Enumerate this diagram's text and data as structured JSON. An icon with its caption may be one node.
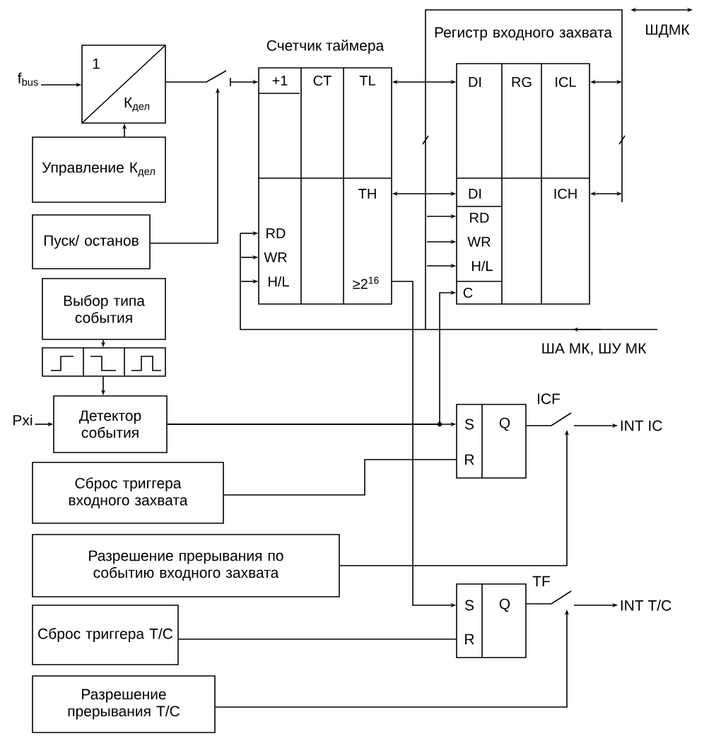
{
  "diagram": {
    "nodes": [
      {
        "text": [
          "1",
          "К$_{дел}$"
        ]
      },
      {
        "text": [
          "Управление К$_{дел}$"
        ]
      },
      {
        "text": [
          "Пуск/ останов"
        ]
      },
      {
        "text": [
          "Выбор типа события"
        ]
      },
      {
        "text": [],
        "shape": "box"
      },
      {
        "text": [
          "Детектор события"
        ]
      },
      {
        "text": [
          "Сброс триггера входного захвата"
        ]
      },
      {
        "text": [
          "Разрешение прерывания по событию входного захвата"
        ]
      },
      {
        "text": [
          "Сброс триггера T/C"
        ]
      },
      {
        "text": [
          "Разрешение прерывания T/C"
        ]
      },
      {
        "text": [
          "Счетчик таймера",
          "+1",
          "CT",
          "TL",
          "TH",
          "RD",
          "WR",
          "H/L",
          "≥2$^{16}$"
        ]
      },
      {
        "text": [
          "Регистр входного захвата",
          "DI",
          "RG",
          "ICL",
          "DI",
          "ICH",
          "RD",
          "WR",
          "H/L",
          "C"
        ]
      },
      {
        "text": [
          "S",
          "R",
          "Q"
        ]
      },
      {
        "text": [
          "S",
          "R",
          "Q"
        ]
      },
      {
        "text": [
          "f$_{bus}$"
        ]
      },
      {
        "text": [
          "Pxi"
        ]
      },
      {
        "text": [
          "INT IC"
        ]
      },
      {
        "text": [
          "INT T/C"
        ]
      }
    ],
    "edges": [
      {
        "from": 14,
        "to": 0,
        "arrow": "to"
      },
      {
        "from": 1,
        "to": 0,
        "arrow": "to"
      },
      {
        "from": 0,
        "to": null,
        "arrow": "none"
      },
      {
        "from": 2,
        "to": null,
        "arrow": "to"
      },
      {
        "from": 3,
        "to": 4,
        "arrow": "to"
      },
      {
        "from": 4,
        "to": 5,
        "arrow": "to"
      },
      {
        "from": 15,
        "to": 5,
        "arrow": "to"
      },
      {
        "from": 5,
        "to": 12,
        "arrow": "to"
      },
      {
        "from": 5,
        "to": 11,
        "arrow": "to"
      },
      {
        "from": 6,
        "to": 12,
        "arrow": "none"
      },
      {
        "from": 7,
        "to": null,
        "arrow": "to"
      },
      {
        "from": 10,
        "to": 13,
        "arrow": "to"
      },
      {
        "from": 8,
        "to": 13,
        "arrow": "none"
      },
      {
        "from": 9,
        "to": null,
        "arrow": "to"
      },
      {
        "from": 12,
        "to": null,
        "arrow": "none"
      },
      {
        "from": 13,
        "to": null,
        "arrow": "none"
      },
      {
        "from": null,
        "to": 16,
        "arrow": "to"
      },
      {
        "from": null,
        "to": 17,
        "arrow": "to"
      },
      {
        "from": 10,
        "to": 11,
        "arrow": "both"
      },
      {
        "from": 10,
        "to": 11,
        "arrow": "both"
      },
      {
        "from": 11,
        "to": null,
        "arrow": "both"
      },
      {
        "from": 11,
        "to": null,
        "arrow": "both"
      },
      {
        "from": null,
        "to": 10,
        "arrow": "to"
      },
      {
        "from": null,
        "to": 10,
        "arrow": "to"
      },
      {
        "from": null,
        "to": 10,
        "arrow": "to"
      },
      {
        "from": null,
        "to": 11,
        "arrow": "to"
      },
      {
        "from": null,
        "to": 11,
        "arrow": "to"
      },
      {
        "from": null,
        "to": 11,
        "arrow": "to"
      },
      {
        "from": null,
        "to": 10,
        "arrow": "to"
      }
    ],
    "labels": [
      "ШДМК",
      "ША МК, ШУ МК",
      "ICF",
      "TF"
    ]
  }
}
